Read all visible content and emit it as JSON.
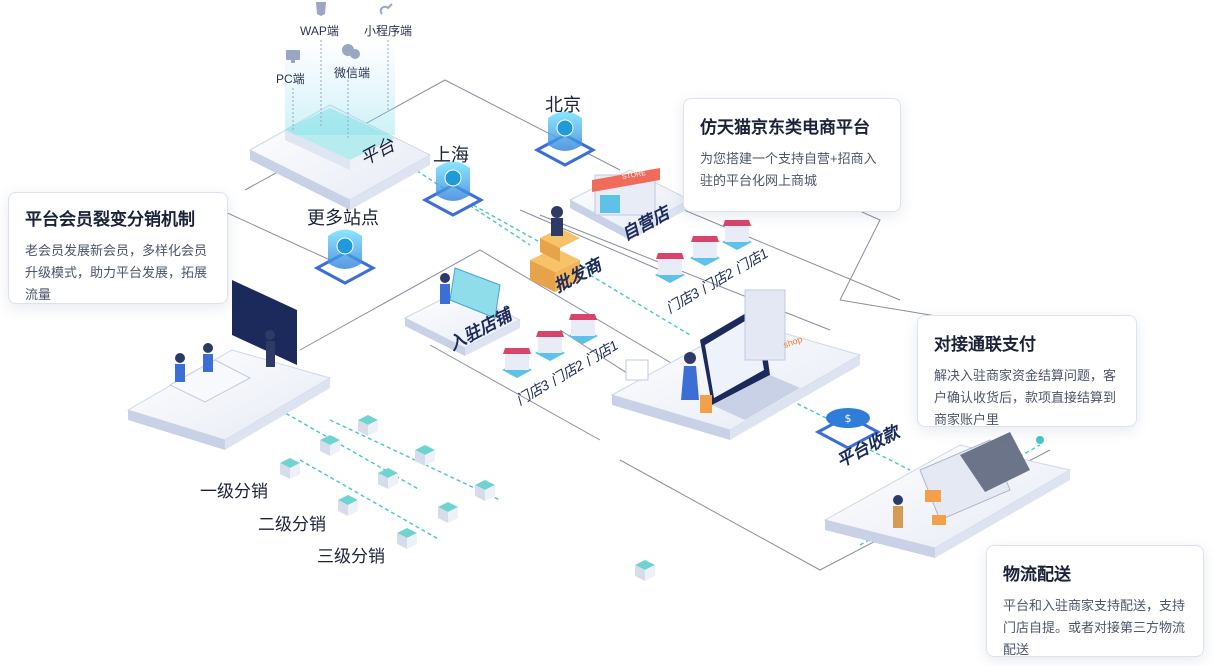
{
  "nodes": {
    "pc": "PC端",
    "wap": "WAP端",
    "mini": "小程序端",
    "wechat": "微信端",
    "platform": "平台",
    "beijing": "北京",
    "shanghai": "上海",
    "more_sites": "更多站点",
    "self_store": "自营店",
    "wholesaler": "批发商",
    "merchant_entry": "入驻店铺",
    "platform_payment": "平台收款",
    "stores_upper": "门店3 门店2 门店1",
    "stores_lower": "门店3 门店2 门店1",
    "level1": "一级分销",
    "level2": "二级分销",
    "level3": "三级分销",
    "shop_sign": "shop",
    "store_sign": "STORE"
  },
  "callouts": {
    "tmall": {
      "title": "仿天猫京东类电商平台",
      "text": "为您搭建一个支持自营+招商入驻的平台化网上商城"
    },
    "member": {
      "title": "平台会员裂变分销机制",
      "text": "老会员发展新会员，多样化会员升级模式，助力平台发展，拓展流量"
    },
    "unionpay": {
      "title": "对接通联支付",
      "text": "解决入驻商家资金结算问题，客户确认收货后，款项直接结算到商家账户里"
    },
    "logistics": {
      "title": "物流配送",
      "text": "平台和入驻商家支持配送，支持门店自提。或者对接第三方物流配送"
    }
  },
  "colors": {
    "platform_top": "#f3f5fb",
    "platform_side": "#c9d1e6",
    "accent_blue": "#3b6fd6",
    "teal": "#47c7c4",
    "line": "#8a8f9e",
    "dark_navy": "#1b2a5a"
  }
}
